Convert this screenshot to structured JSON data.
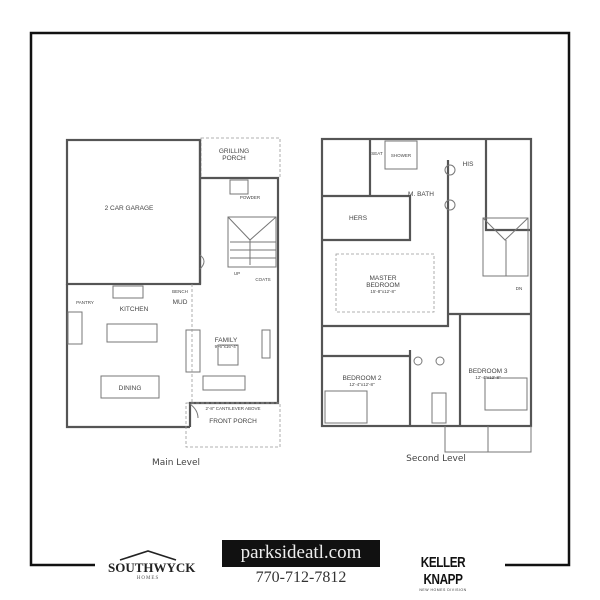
{
  "main_level": {
    "caption": "Main Level",
    "rooms": {
      "garage": "2 CAR GARAGE",
      "grilling_porch_1": "GRILLING",
      "grilling_porch_2": "PORCH",
      "powder": "POWDER",
      "up": "UP",
      "coats": "COATS",
      "bench": "BENCH",
      "mud": "MUD",
      "pantry": "PANTRY",
      "kitchen": "KITCHEN",
      "family": "FAMILY",
      "family_dim": "9'-6\"x16'-4\"",
      "dining": "DINING",
      "cantilever": "2'-8\" CANTILEVER ABOVE",
      "front_porch": "FRONT PORCH"
    }
  },
  "second_level": {
    "caption": "Second Level",
    "rooms": {
      "seat": "SEAT",
      "shower": "SHOWER",
      "his": "HIS",
      "m_bath": "M. BATH",
      "hers": "HERS",
      "master_1": "MASTER",
      "master_2": "BEDROOM",
      "master_dim": "15'-8\"x12'-8\"",
      "dn": "DN",
      "bedroom2": "BEDROOM 2",
      "bedroom2_dim": "12'-4\"x12'-8\"",
      "bedroom3": "BEDROOM 3",
      "bedroom3_dim": "12'-4\"x12'-8\""
    }
  },
  "footer": {
    "builder_logo": "SOUTHWYCK",
    "builder_sub": "HOMES",
    "website": "parksideatl.com",
    "phone": "770-712-7812",
    "agent_logo": "KELLER KNAPP",
    "agent_sub": "NEW HOMES DIVISION"
  }
}
